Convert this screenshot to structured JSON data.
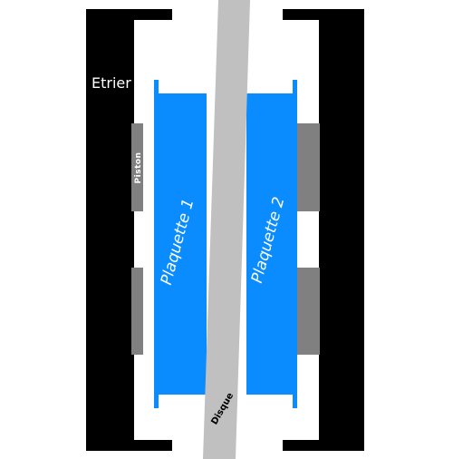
{
  "labels": {
    "etrier": "Etrier",
    "piston": "Piston",
    "plaquette_1": "Plaquette 1",
    "plaquette_2": "Plaquette 2",
    "disque": "Disque"
  },
  "colors": {
    "caliper": "#000000",
    "pad": "#0a8cff",
    "piston": "#808080",
    "disc": "#c0c0c0",
    "etrier_text": "#ffffff",
    "piston_text": "#ffffff",
    "plaquette_text": "#ffffff",
    "disque_text": "#000000"
  }
}
